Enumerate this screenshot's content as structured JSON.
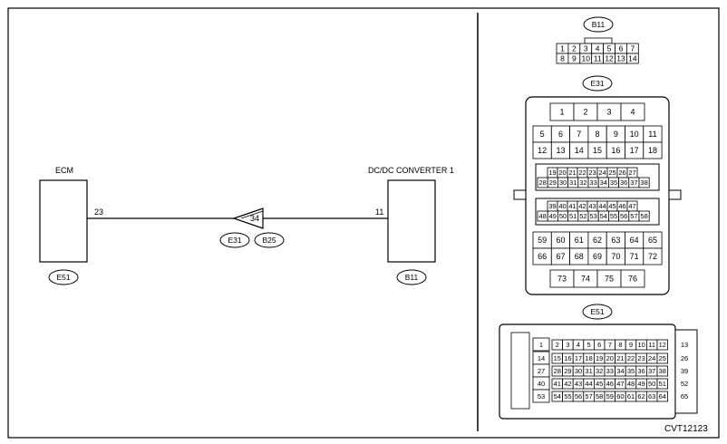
{
  "diagram_id": "CVT12123",
  "wiring": {
    "left_component": {
      "label": "ECM",
      "connector": "E51",
      "pin": "23"
    },
    "right_component": {
      "label": "DC/DC CONVERTER 1",
      "connector": "B11",
      "pin": "11"
    },
    "joint": {
      "pin": "34",
      "connectors": [
        "E31",
        "B25"
      ]
    }
  },
  "connectors": {
    "b11": {
      "label": "B11",
      "rows": [
        [
          "1",
          "2",
          "3",
          "4",
          "5",
          "6",
          "7"
        ],
        [
          "8",
          "9",
          "10",
          "11",
          "12",
          "13",
          "14"
        ]
      ]
    },
    "e31": {
      "label": "E31",
      "top": [
        [
          "1",
          "2",
          "3",
          "4"
        ],
        [
          "5",
          "6",
          "7",
          "8",
          "9",
          "10",
          "11"
        ],
        [
          "12",
          "13",
          "14",
          "15",
          "16",
          "17",
          "18"
        ]
      ],
      "mid1": [
        [
          "19",
          "20",
          "21",
          "22",
          "23",
          "24",
          "25",
          "26",
          "27"
        ],
        [
          "28",
          "29",
          "30",
          "31",
          "32",
          "33",
          "34",
          "35",
          "36",
          "37",
          "38"
        ]
      ],
      "mid2": [
        [
          "39",
          "40",
          "41",
          "42",
          "43",
          "44",
          "45",
          "46",
          "47"
        ],
        [
          "48",
          "49",
          "50",
          "51",
          "52",
          "53",
          "54",
          "55",
          "56",
          "57",
          "58"
        ]
      ],
      "bottom": [
        [
          "59",
          "60",
          "61",
          "62",
          "63",
          "64",
          "65"
        ],
        [
          "66",
          "67",
          "68",
          "69",
          "70",
          "71",
          "72"
        ],
        [
          "73",
          "74",
          "75",
          "76"
        ]
      ]
    },
    "e51": {
      "label": "E51",
      "left": [
        "1",
        "14",
        "27",
        "40",
        "53"
      ],
      "right": [
        "13",
        "26",
        "39",
        "52",
        "65"
      ],
      "rows": [
        [
          "2",
          "3",
          "4",
          "5",
          "6",
          "7",
          "8",
          "9",
          "10",
          "11",
          "12"
        ],
        [
          "15",
          "16",
          "17",
          "18",
          "19",
          "20",
          "21",
          "22",
          "23",
          "24",
          "25"
        ],
        [
          "28",
          "29",
          "30",
          "31",
          "32",
          "33",
          "34",
          "35",
          "36",
          "37",
          "38"
        ],
        [
          "41",
          "42",
          "43",
          "44",
          "45",
          "46",
          "47",
          "48",
          "49",
          "50",
          "51"
        ],
        [
          "54",
          "55",
          "56",
          "57",
          "58",
          "59",
          "60",
          "61",
          "62",
          "63",
          "64"
        ]
      ]
    }
  }
}
